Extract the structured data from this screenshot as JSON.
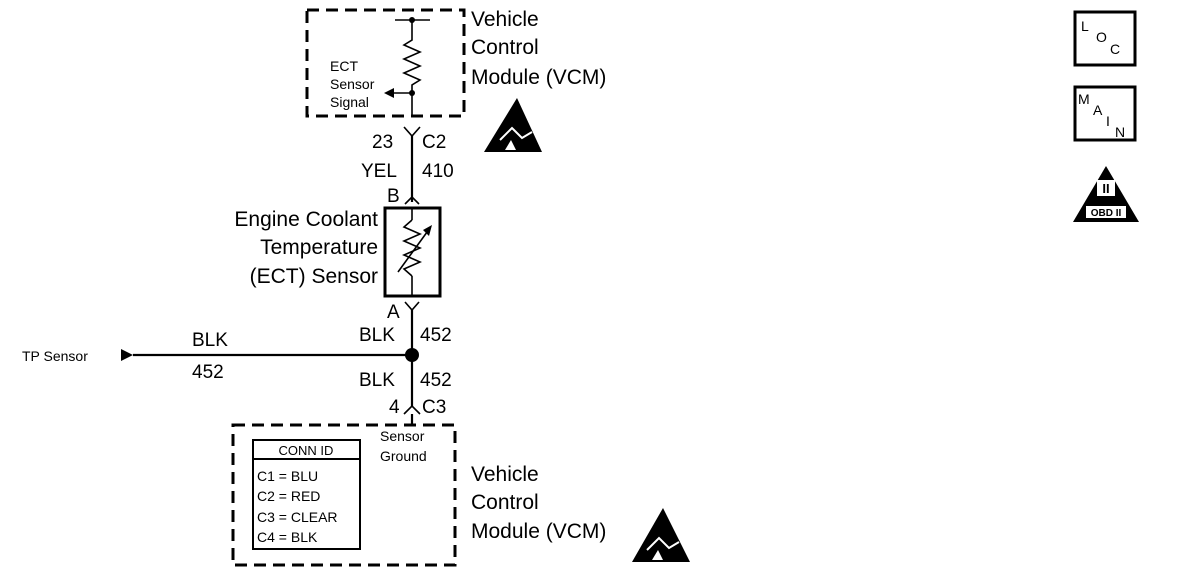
{
  "colors": {
    "ink": "#000000",
    "background": "#ffffff"
  },
  "top_vcm": {
    "title_line1": "Vehicle",
    "title_line2": "Control",
    "title_line3": "Module (VCM)",
    "signal_line1": "ECT",
    "signal_line2": "Sensor",
    "signal_line3": "Signal",
    "esd_icon": "esd-warning-icon"
  },
  "connector_c2": {
    "pin": "23",
    "id": "C2"
  },
  "wire_410": {
    "color": "YEL",
    "circuit": "410"
  },
  "ect_sensor": {
    "pin_b": "B",
    "pin_a": "A",
    "name_line1": "Engine Coolant",
    "name_line2": "Temperature",
    "name_line3": "(ECT) Sensor"
  },
  "wire_452_upper": {
    "color": "BLK",
    "circuit": "452"
  },
  "wire_452_lower": {
    "color": "BLK",
    "circuit": "452"
  },
  "tp_branch": {
    "label": "TP Sensor",
    "color": "BLK",
    "circuit": "452"
  },
  "connector_c3": {
    "pin": "4",
    "id": "C3"
  },
  "bottom_vcm": {
    "ground_line1": "Sensor",
    "ground_line2": "Ground",
    "title_line1": "Vehicle",
    "title_line2": "Control",
    "title_line3": "Module (VCM)",
    "esd_icon": "esd-warning-icon"
  },
  "conn_id_table": {
    "header": "CONN ID",
    "rows": [
      "C1 = BLU",
      "C2 = RED",
      "C3 = CLEAR",
      "C4 = BLK"
    ]
  },
  "side_icons": {
    "loc": {
      "l": "L",
      "o": "O",
      "c": "C"
    },
    "main": {
      "m": "M",
      "a": "A",
      "i": "I",
      "n": "N"
    },
    "obd": {
      "numeral": "II",
      "label": "OBD II"
    }
  }
}
